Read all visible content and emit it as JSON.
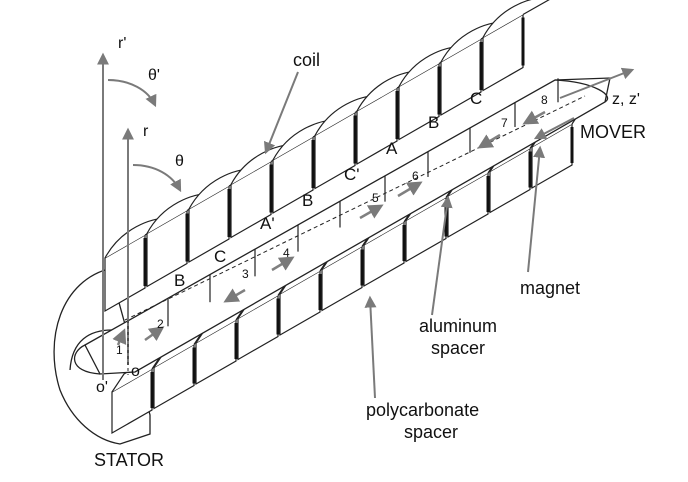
{
  "labels": {
    "coil": "coil",
    "stator": "STATOR",
    "mover": "MOVER",
    "magnet": "magnet",
    "aluminum_spacer_1": "aluminum",
    "aluminum_spacer_2": "spacer",
    "polycarbonate_spacer_1": "polycarbonate",
    "polycarbonate_spacer_2": "spacer"
  },
  "axes": {
    "r_prime": "r'",
    "theta_prime": "θ'",
    "r": "r",
    "theta": "θ",
    "z": "z, z'",
    "o_prime": "o'",
    "o": "o"
  },
  "coil_phases": [
    "B",
    "C",
    "A'",
    "B",
    "C'",
    "A",
    "B",
    "C"
  ],
  "magnet_numbers": [
    "1",
    "2",
    "3",
    "4",
    "5",
    "6",
    "7",
    "8"
  ],
  "colors": {
    "line": "#222222",
    "arrow": "#808080",
    "face": "#ffffff",
    "gap": "#111111"
  }
}
